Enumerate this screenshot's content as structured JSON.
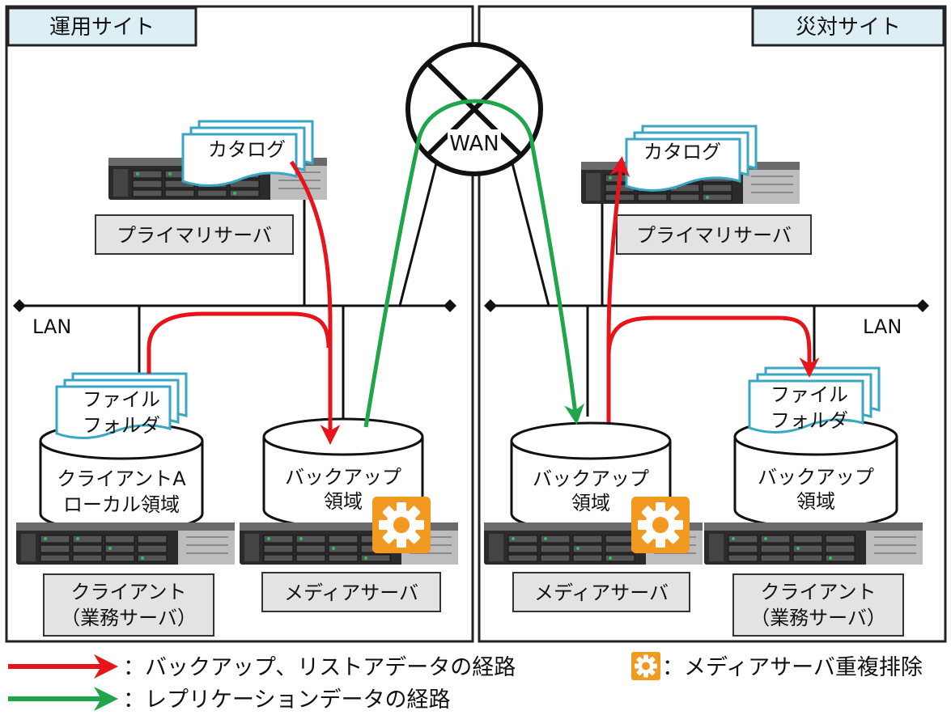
{
  "sites": {
    "production": {
      "title": "運用サイト",
      "lan_label": "LAN",
      "primary_server_label": "プライマリサーバ",
      "catalog_label": "カタログ",
      "client_disk": [
        "クライアントA",
        "ローカル領域"
      ],
      "client_files": [
        "ファイル",
        "フォルダ"
      ],
      "client_label": [
        "クライアント",
        "（業務サーバ）"
      ],
      "media_disk": [
        "バックアップ",
        "領域"
      ],
      "media_label": "メディアサーバ"
    },
    "disaster": {
      "title": "災対サイト",
      "lan_label": "LAN",
      "primary_server_label": "プライマリサーバ",
      "catalog_label": "カタログ",
      "client_disk": [
        "バックアップ",
        "領域"
      ],
      "client_files": [
        "ファイル",
        "フォルダ"
      ],
      "client_label": [
        "クライアント",
        "（業務サーバ）"
      ],
      "media_disk": [
        "バックアップ",
        "領域"
      ],
      "media_label": "メディアサーバ"
    }
  },
  "wan_label": "WAN",
  "legend": {
    "red_arrow": "：バックアップ、リストアデータの経路",
    "green_arrow": "：レプリケーションデータの経路",
    "gear": "：メディアサーバ重複排除"
  },
  "colors": {
    "backup_path": "#e8141c",
    "replication_path": "#1fa64b",
    "gear": "#f29a1f",
    "site_title_bg": "#ddeef5",
    "server_label_bg": "#e3e3e3",
    "document_border": "#3aa6c4"
  }
}
